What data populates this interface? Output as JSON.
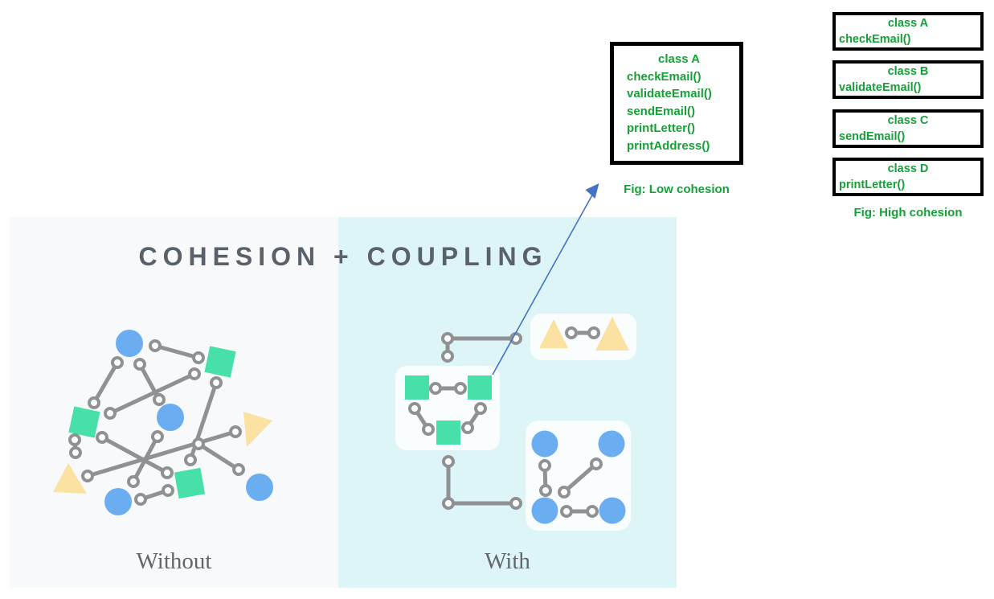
{
  "poster": {
    "title": "COHESION + COUPLING",
    "left_label": "Without",
    "right_label": "With"
  },
  "low_cohesion": {
    "class_name": "class A",
    "methods": [
      "checkEmail()",
      "validateEmail()",
      "sendEmail()",
      "printLetter()",
      "printAddress()"
    ],
    "caption": "Fig: Low cohesion"
  },
  "high_cohesion": {
    "classes": [
      {
        "name": "class A",
        "method": "checkEmail()"
      },
      {
        "name": "class B",
        "method": "validateEmail()"
      },
      {
        "name": "class C",
        "method": "sendEmail()"
      },
      {
        "name": "class D",
        "method": "printLetter()"
      }
    ],
    "caption": "Fig: High cohesion"
  },
  "icons": {
    "blue_circle": "entity-circle-icon",
    "green_square": "entity-square-icon",
    "yellow_triangle": "entity-triangle-icon",
    "connector_node": "connector-node-icon",
    "arrow": "pointer-arrow-icon"
  },
  "colors": {
    "panel_left_bg": "#f8f9fb",
    "panel_right_bg": "#def5f8",
    "mint": "#47e0a8",
    "blue": "#6badf1",
    "yellow": "#fbe2a2",
    "edge_gray": "#8f9193",
    "title_color": "#59626a",
    "label_color": "#63676d",
    "code_green": "#16a038",
    "arrow_blue": "#4472c4",
    "box_border": "#000000",
    "group_bg": "#fafdfe"
  }
}
